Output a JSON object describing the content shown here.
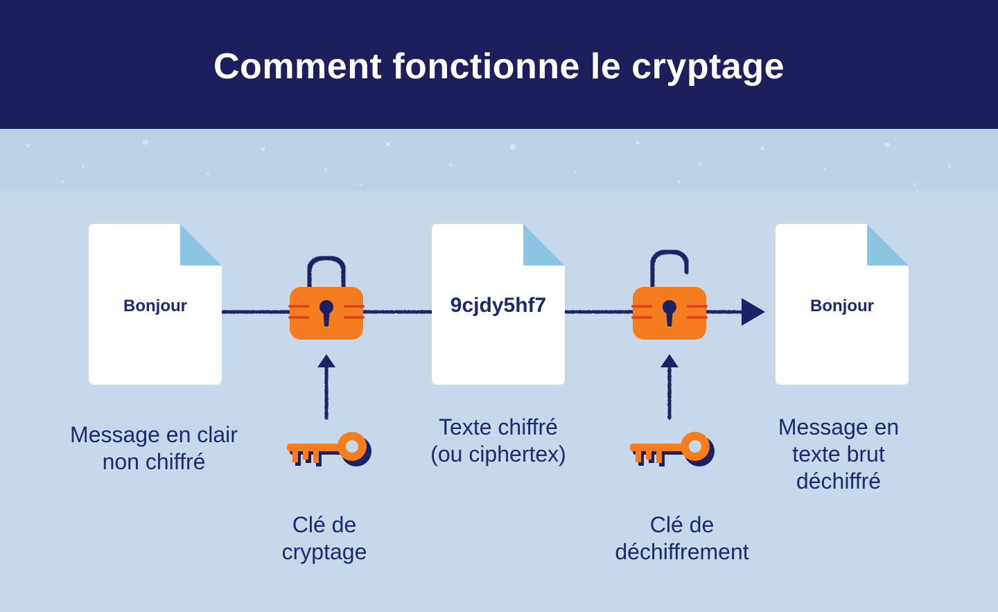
{
  "title": "Comment fonctionne le cryptage",
  "colors": {
    "header": "#1c1f5b",
    "background": "#c6d8ea",
    "accent": "#f57c1f",
    "ink": "#1c2870",
    "fold": "#8cc6e4"
  },
  "documents": [
    {
      "text": "Bonjour",
      "caption": "Message en clair non chiffré"
    },
    {
      "text": "9cjdy5hf7",
      "caption": "Texte chiffré (ou ciphertex)"
    },
    {
      "text": "Bonjour",
      "caption": "Message en texte brut déchiffré"
    }
  ],
  "locks": [
    {
      "icon": "padlock-locked-icon",
      "key_icon": "key-icon",
      "key_caption": "Clé de cryptage"
    },
    {
      "icon": "padlock-open-icon",
      "key_icon": "key-icon",
      "key_caption": "Clé de déchiffrement"
    }
  ]
}
